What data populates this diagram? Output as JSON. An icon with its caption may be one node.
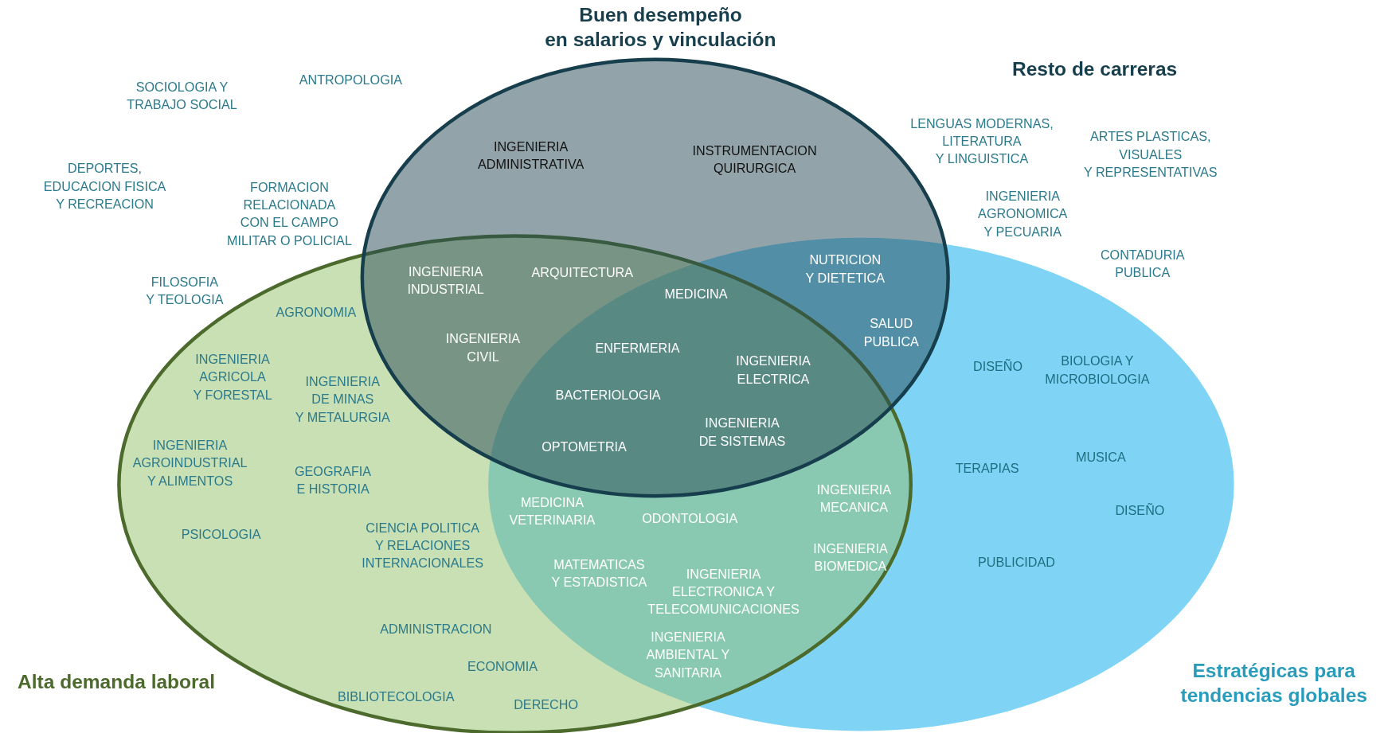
{
  "diagram": {
    "nodes": [
      {
        "text": [
          "Buen desempeño en salarios y vinculación"
        ]
      },
      {
        "text": [
          "Alta demanda laboral"
        ]
      },
      {
        "text": [
          "Estratégicas para tendencias globales"
        ]
      }
    ],
    "labels": [
      "Resto de carreras",
      "SOCIOLOGIA Y TRABAJO SOCIAL",
      "ANTROPOLOGIA",
      "DEPORTES, EDUCACION FISICA Y RECREACION",
      "FORMACION RELACIONADA CON EL CAMPO MILITAR O POLICIAL",
      "FILOSOFIA Y TEOLOGIA",
      "INGENIERIA ADMINISTRATIVA",
      "INSTRUMENTACION QUIRURGICA",
      "LENGUAS MODERNAS, LITERATURA Y LINGUISTICA",
      "ARTES PLASTICAS, VISUALES Y REPRESENTATIVAS",
      "INGENIERIA AGRONOMICA Y PECUARIA",
      "CONTADURIA PUBLICA",
      "INGENIERIA INDUSTRIAL",
      "ARQUITECTURA",
      "MEDICINA",
      "NUTRICION Y DIETETICA",
      "SALUD PUBLICA",
      "AGRONOMIA",
      "INGENIERIA CIVIL",
      "ENFERMERIA",
      "INGENIERIA ELECTRICA",
      "INGENIERIA AGRICOLA Y FORESTAL",
      "INGENIERIA DE MINAS Y METALURGIA",
      "DISEÑO",
      "BIOLOGIA Y MICROBIOLOGIA",
      "BACTERIOLOGIA",
      "INGENIERIA DE SISTEMAS",
      "INGENIERIA AGROINDUSTRIAL Y ALIMENTOS",
      "GEOGRAFIA E HISTORIA",
      "OPTOMETRIA",
      "TERAPIAS",
      "MUSICA",
      "INGENIERIA MECANICA",
      "MEDICINA VETERINARIA",
      "ODONTOLOGIA",
      "DISEÑO",
      "PSICOLOGIA",
      "CIENCIA POLITICA Y RELACIONES INTERNACIONALES",
      "MATEMATICAS Y ESTADISTICA",
      "INGENIERIA BIOMEDICA",
      "INGENIERIA ELECTRONICA Y TELECOMUNICACIONES",
      "PUBLICIDAD",
      "ADMINISTRACION",
      "INGENIERIA AMBIENTAL Y SANITARIA",
      "ECONOMIA",
      "BIBLIOTECOLOGIA",
      "DERECHO"
    ]
  }
}
